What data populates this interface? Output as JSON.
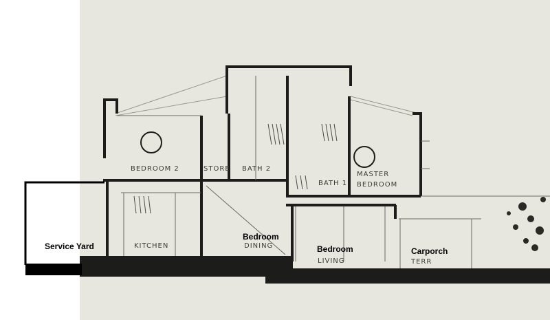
{
  "colors": {
    "paper": "#e8e7df",
    "ink": "#1c1c1a",
    "background": "#ffffff",
    "overlay_line": "#000000",
    "annotation_text": "#000000"
  },
  "printed_labels": {
    "bedroom_2": "BEDROOM 2",
    "store": "STORE",
    "bath_2": "BATH 2",
    "bath_1": "BATH 1",
    "master": "MASTER",
    "bedroom": "BEDROOM",
    "kitchen": "KITCHEN",
    "dining": "DINING",
    "living": "LIVING",
    "terrace": "TERR"
  },
  "annotations": {
    "service_yard": "Service Yard",
    "bedroom_over_dining": "Bedroom",
    "bedroom_over_living": "Bedroom",
    "carporch": "Carporch"
  },
  "icons": {
    "portholes": "round-window-icon",
    "vegetation": "tree-icon"
  }
}
